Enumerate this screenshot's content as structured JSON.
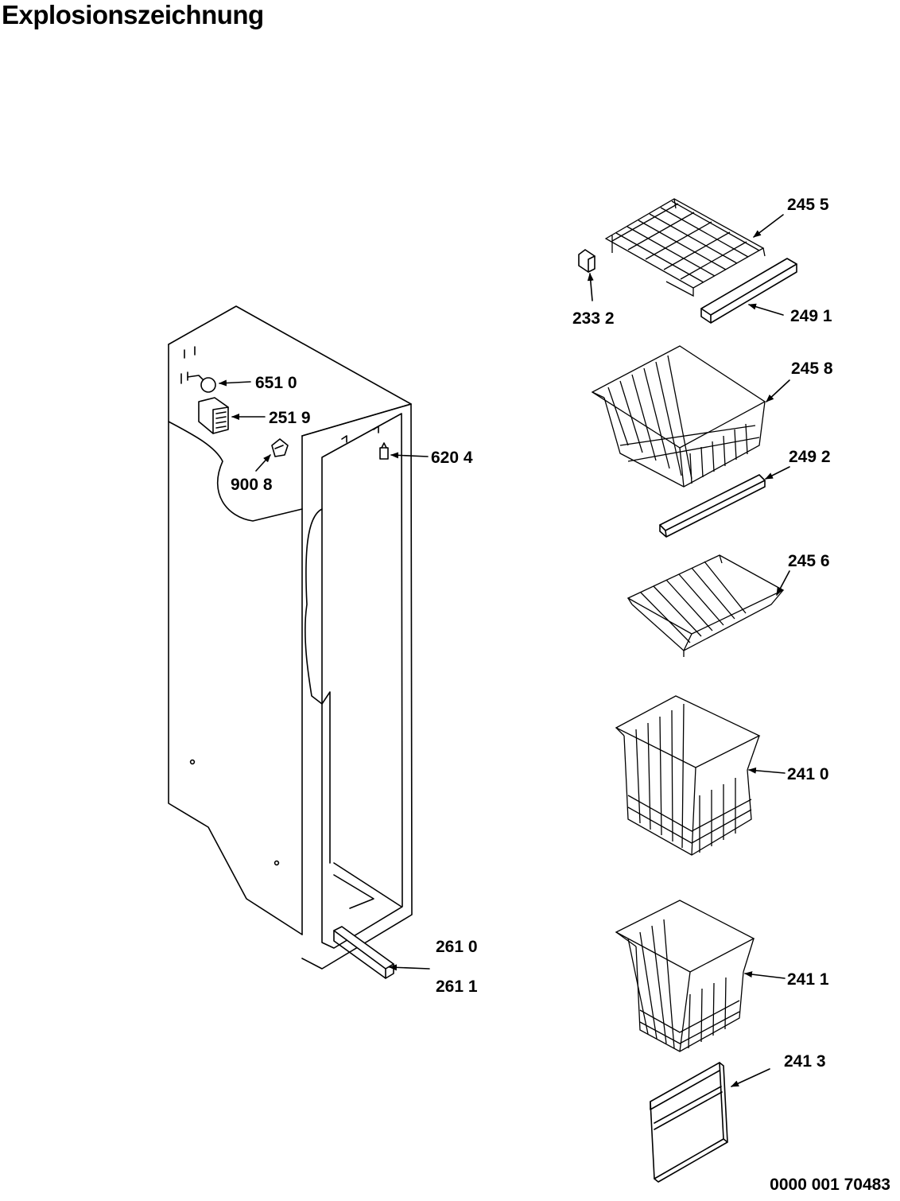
{
  "title": "Explosionszeichnung",
  "document_number": "0000 001 70483",
  "parts": [
    {
      "id": "651-0",
      "label": "651 0"
    },
    {
      "id": "251-9",
      "label": "251 9"
    },
    {
      "id": "900-8",
      "label": "900 8"
    },
    {
      "id": "620-4",
      "label": "620 4"
    },
    {
      "id": "261-0",
      "label": "261 0"
    },
    {
      "id": "261-1",
      "label": "261 1"
    },
    {
      "id": "245-5",
      "label": "245 5"
    },
    {
      "id": "233-2",
      "label": "233 2"
    },
    {
      "id": "249-1",
      "label": "249 1"
    },
    {
      "id": "245-8",
      "label": "245 8"
    },
    {
      "id": "249-2",
      "label": "249 2"
    },
    {
      "id": "245-6",
      "label": "245 6"
    },
    {
      "id": "241-0",
      "label": "241 0"
    },
    {
      "id": "241-1",
      "label": "241 1"
    },
    {
      "id": "241-3",
      "label": "241 3"
    }
  ]
}
